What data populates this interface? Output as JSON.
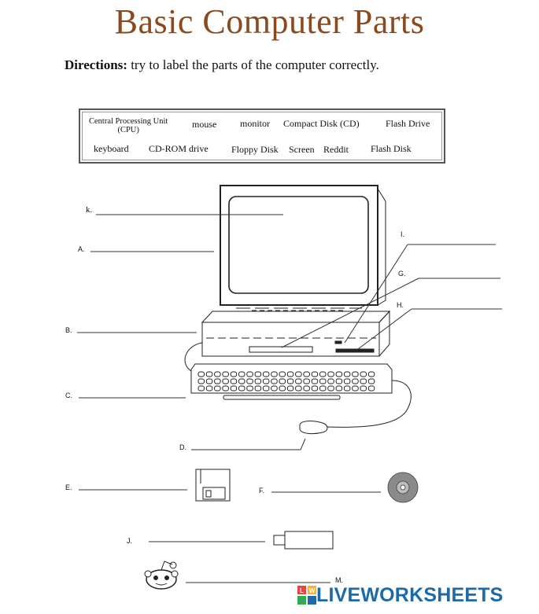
{
  "title": "Basic Computer Parts",
  "directions": {
    "label": "Directions:",
    "text": " try to label the parts of the computer correctly."
  },
  "word_bank": {
    "cpu_line1": "Central Processing Unit",
    "cpu_line2": "(CPU)",
    "mouse": "mouse",
    "monitor": "monitor",
    "cd": "Compact Disk (CD)",
    "flash_drive": "Flash Drive",
    "keyboard": "keyboard",
    "cdrom": "CD-ROM drive",
    "floppy": "Floppy Disk",
    "screen": "Screen",
    "reddit": "Reddit",
    "flash_disk": "Flash Disk"
  },
  "labels": {
    "k": "k.",
    "a": "A.",
    "b": "B.",
    "c": "C.",
    "d": "D.",
    "e": "E.",
    "f": "F.",
    "g": "G.",
    "h": "H.",
    "i": "I.",
    "j": "J.",
    "m": "M."
  },
  "footer": {
    "brand": "LIVEWORKSHEETS",
    "logo_letters": [
      "L",
      "W"
    ],
    "colors": {
      "brand": "#1d6aa8",
      "tile1": "#e8453c",
      "tile2": "#f7b529",
      "tile3": "#34a853",
      "tile4": "#1d6aa8"
    }
  },
  "colors": {
    "title": "#8B4A1E"
  }
}
